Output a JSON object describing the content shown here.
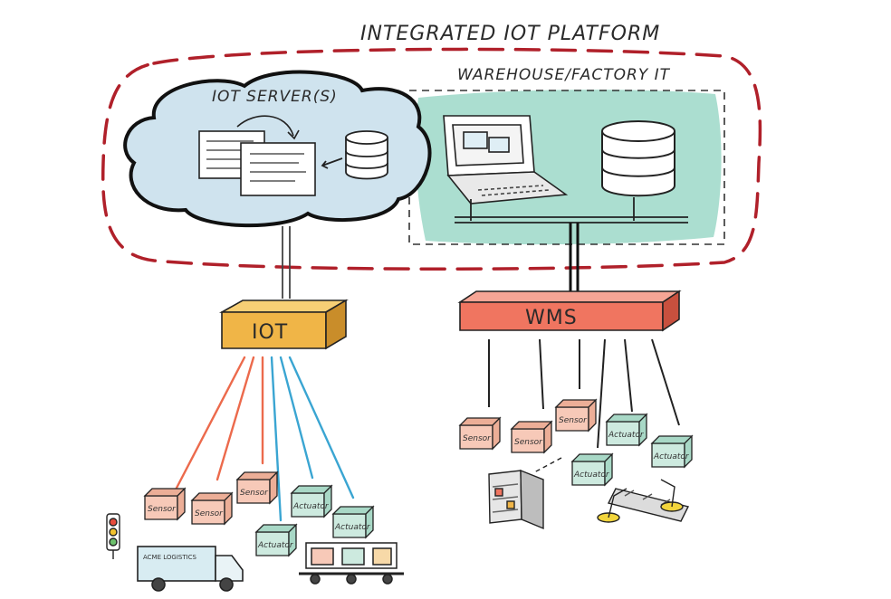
{
  "diagram": {
    "title": "INTEGRATED IOT PLATFORM",
    "iot_server_label": "IOT SERVER(S)",
    "warehouse_label": "WAREHOUSE/FACTORY IT",
    "iot_gateway_label": "IOT",
    "wms_label": "WMS",
    "truck_label": "ACME LOGISTICS",
    "sensor_label": "Sensor",
    "actuator_label": "Actuator"
  },
  "colors": {
    "platform_border": "#b0202a",
    "cloud_fill": "#cfe3ee",
    "warehouse_fill": "#8fd3c0",
    "iot_box": "#f0b547",
    "wms_box": "#f07560",
    "sensor_box": "#f7c9b8",
    "actuator_box": "#cdeadf",
    "red_line": "#ec6a4c",
    "blue_line": "#3aa5d2"
  }
}
